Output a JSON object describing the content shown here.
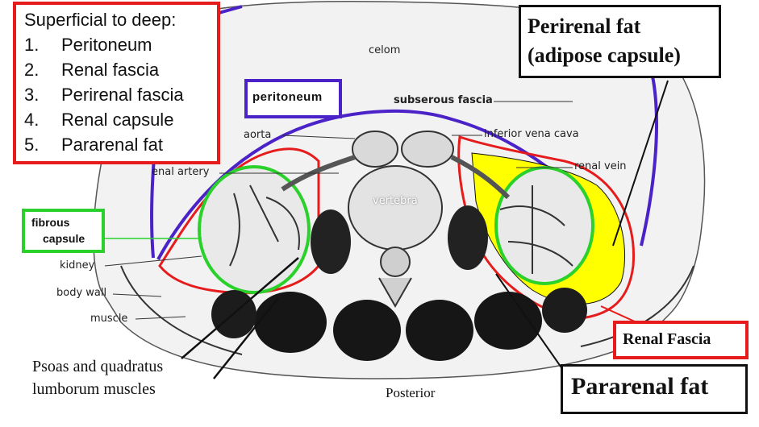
{
  "deep_list": {
    "heading": "Superficial to deep:",
    "items": [
      {
        "num": "1.",
        "text": "Peritoneum"
      },
      {
        "num": "2.",
        "text": "Renal fascia"
      },
      {
        "num": "3.",
        "text": "Perirenal fascia"
      },
      {
        "num": "4.",
        "text": "Renal capsule"
      },
      {
        "num": "5.",
        "text": "Pararenal fat"
      }
    ]
  },
  "callouts": {
    "perirenal_fat": {
      "line1": "Perirenal fat",
      "line2": "(adipose capsule)"
    },
    "renal_fascia": "Renal Fascia",
    "pararenal_fat": "Pararenal fat",
    "peritoneum": "peritoneum",
    "fibrous_capsule": {
      "line1": "fibrous",
      "line2": "capsule"
    }
  },
  "labels": {
    "celom": "celom",
    "subserous_fascia": "subserous fascia",
    "aorta": "aorta",
    "inferior_vena_cava": "inferior vena cava",
    "renal_artery": "enal artery",
    "renal_vein": "renal vein",
    "vertebra": "vertebra",
    "kidney": "kidney",
    "body_wall": "body wall",
    "muscle": "muscle",
    "psoas_line1": "Psoas and quadratus",
    "psoas_line2": "lumborum muscles",
    "posterior": "Posterior"
  },
  "colors": {
    "list_border": "#e61c1c",
    "peritoneum_outline": "#4a22c8",
    "capsule_outline": "#2bd12b",
    "fascia_outline": "#e61c1c",
    "perirenal_fat_fill": "#ffff00"
  }
}
